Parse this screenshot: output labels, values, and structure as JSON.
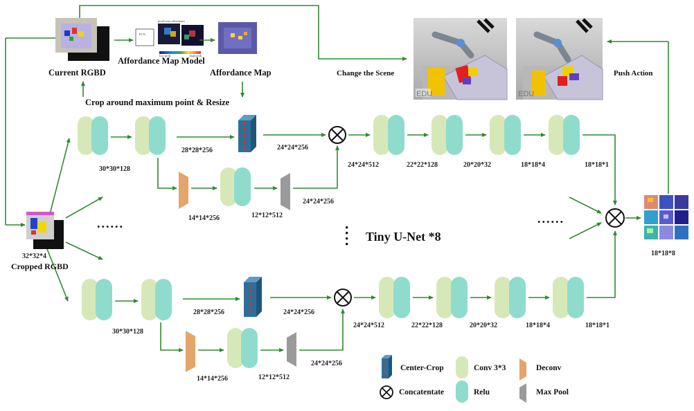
{
  "top": {
    "current_rgbd": "Current RGBD",
    "affordance_map_model": "Affordance Map Model",
    "affordance_map": "Affordance Map",
    "crop_resize": "Crop around maximum point & Resize",
    "change_scene": "Change the Scene",
    "push_action": "Push Action",
    "pixel_wise": "pixel-wise affordance",
    "fcn": "FCN",
    "low": "low prob.",
    "high": "high prob."
  },
  "input": {
    "size": "32*32*4",
    "label": "Cropped RGBD"
  },
  "output": {
    "size": "18*18*8"
  },
  "center_text": "Tiny U-Net *8",
  "ellipsis": "......",
  "net1": {
    "enc1": "30*30*128",
    "skip": "28*28*256",
    "crop_out": "24*24*256",
    "deconv": "14*14*256",
    "pool": "12*12*512",
    "pool_out": "24*24*256",
    "concat": "24*24*512",
    "d1": "22*22*128",
    "d2": "20*20*32",
    "d3": "18*18*4",
    "d4": "18*18*1"
  },
  "net2": {
    "enc1": "30*30*128",
    "skip": "28*28*256",
    "crop_out": "24*24*256",
    "deconv": "14*14*256",
    "pool": "12*12*512",
    "pool_out": "24*24*256",
    "concat": "24*24*512",
    "d1": "22*22*128",
    "d2": "20*20*32",
    "d3": "18*18*4",
    "d4": "18*18*1"
  },
  "legend": {
    "center_crop": "Center-Crop",
    "conv": "Conv 3*3",
    "deconv": "Deconv",
    "concat": "Concatentate",
    "relu": "Relu",
    "maxpool": "Max Pool"
  },
  "colors": {
    "arrow": "#2e8b2e",
    "conv": "#d6e8b8",
    "relu": "#8fdccd",
    "deconv": "#e3a56a",
    "maxpool": "#9a9a9a",
    "crop": "#2e6f99"
  }
}
